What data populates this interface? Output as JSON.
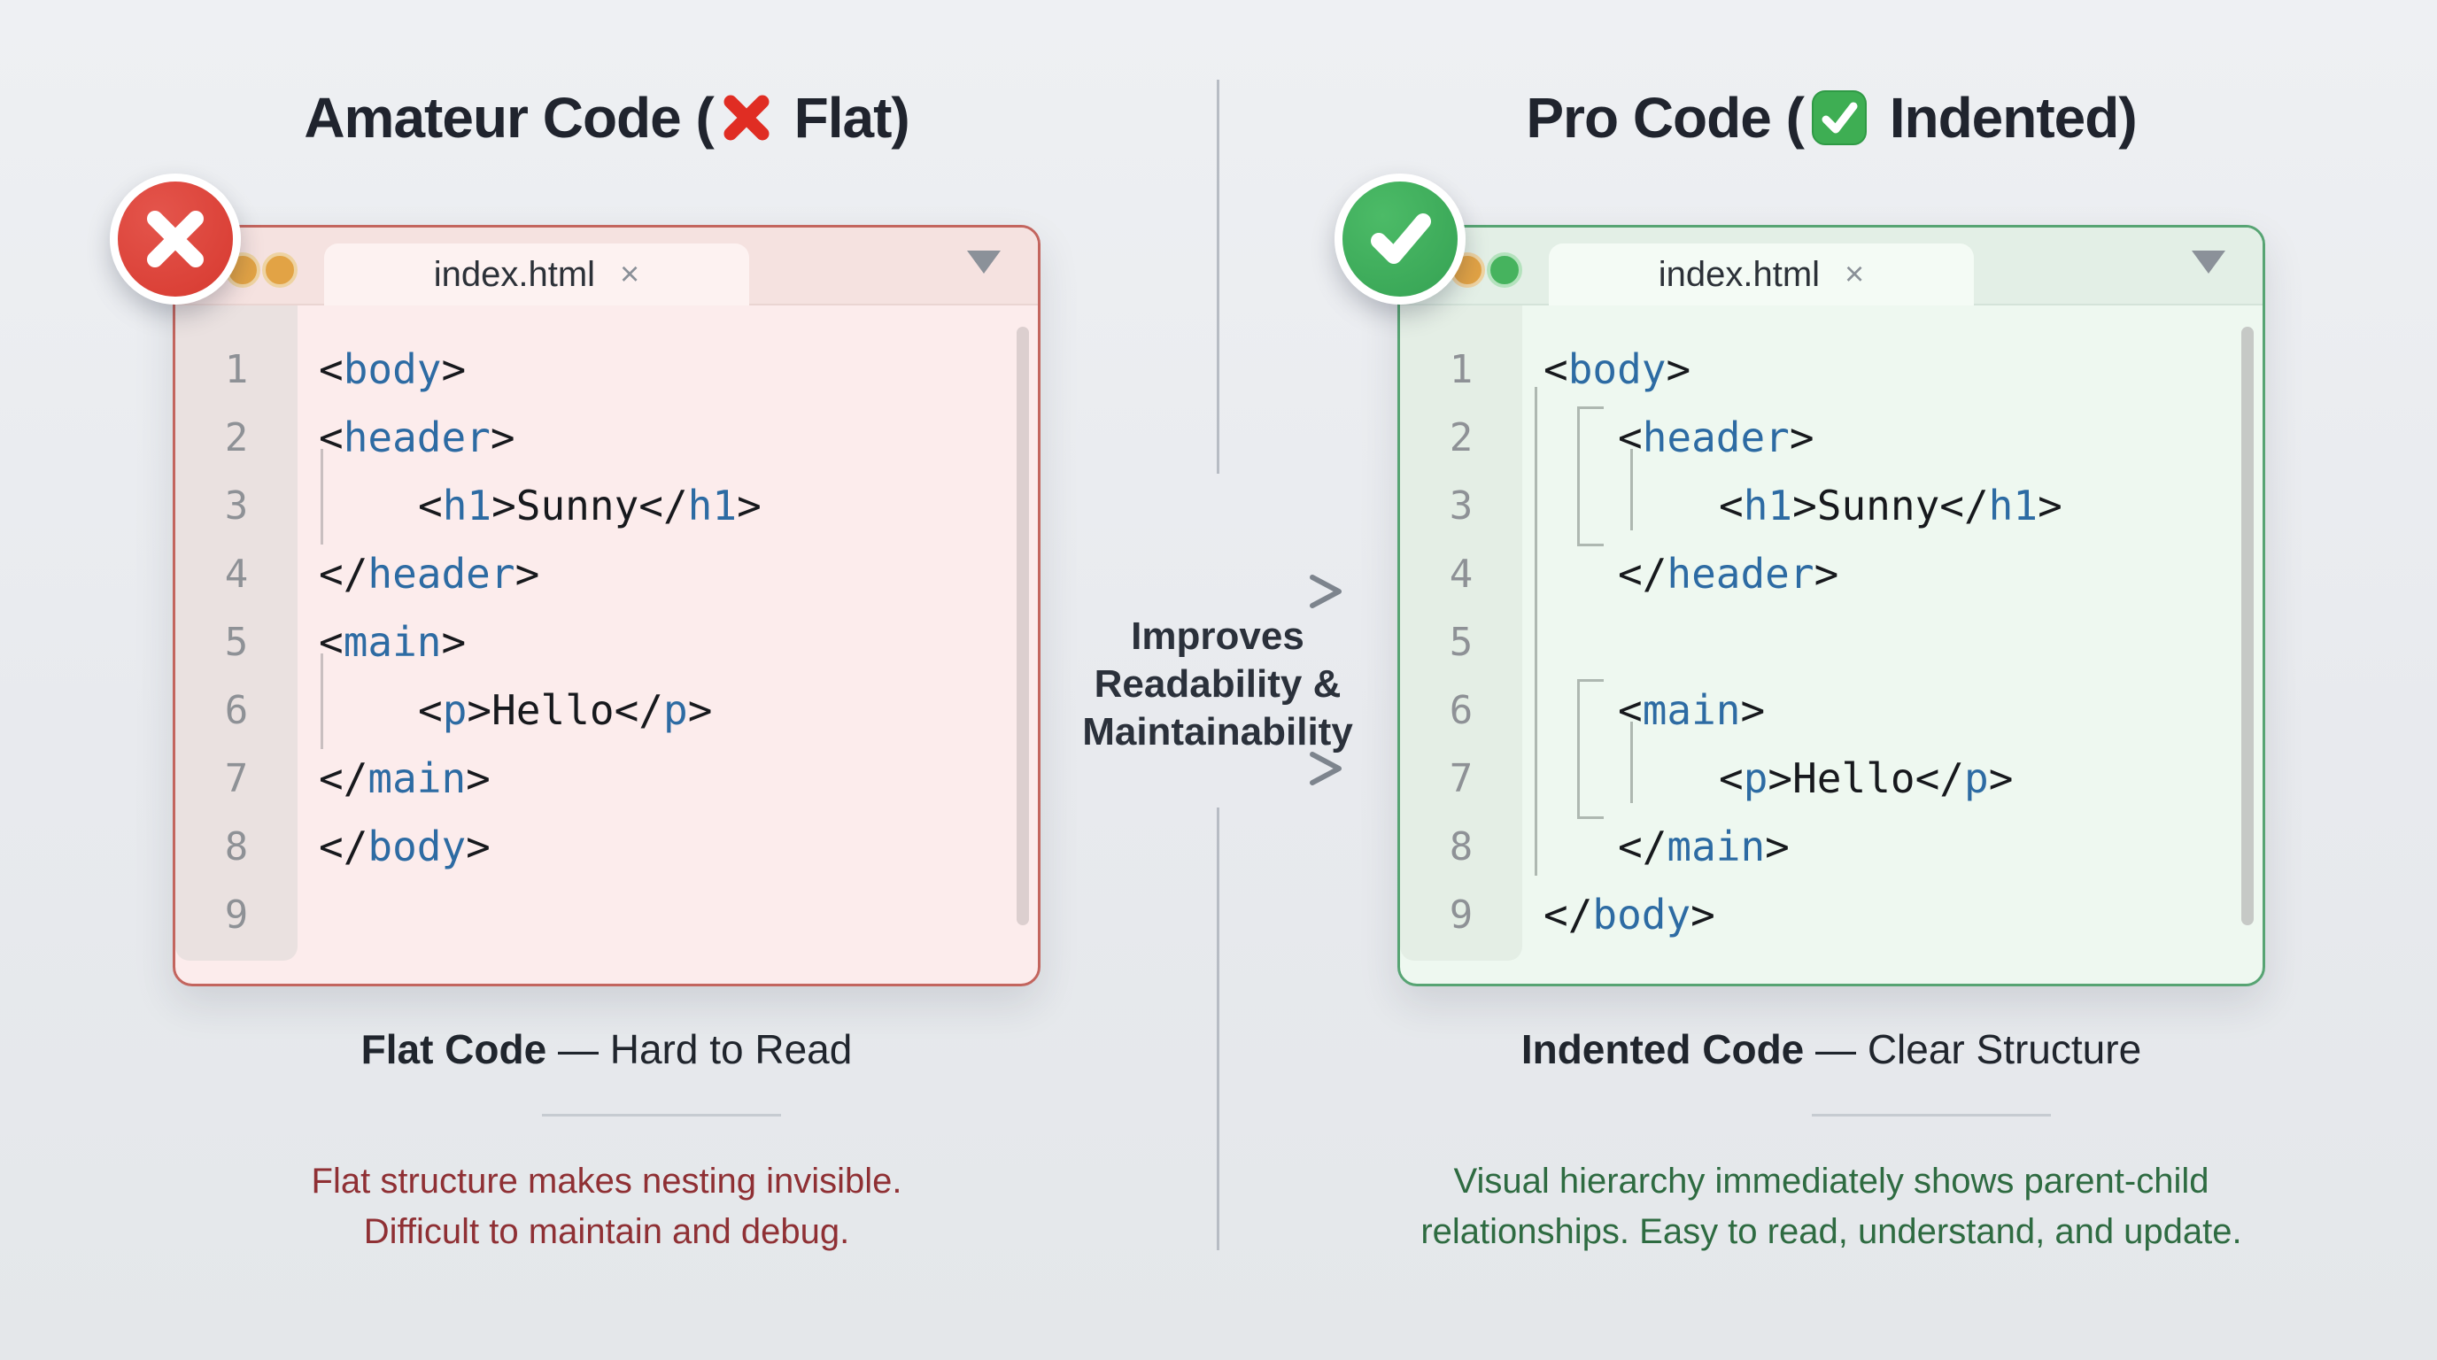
{
  "left": {
    "title_prefix": "Amateur Code (",
    "title_suffix": " Flat)",
    "window": {
      "tab": "index.html",
      "close": "×"
    },
    "lines": [
      {
        "n": "1",
        "tokens": [
          "<",
          "body",
          ">"
        ]
      },
      {
        "n": "2",
        "tokens": [
          "<",
          "header",
          ">"
        ]
      },
      {
        "n": "3",
        "tokens": [
          "<",
          "h1",
          ">",
          "Sunny",
          "</",
          "h1",
          ">"
        ]
      },
      {
        "n": "4",
        "tokens": [
          "</",
          "header",
          ">"
        ]
      },
      {
        "n": "5",
        "tokens": [
          "<",
          "main",
          ">"
        ]
      },
      {
        "n": "6",
        "tokens": [
          "<",
          "p",
          ">",
          "Hello",
          "</",
          "p",
          ">"
        ]
      },
      {
        "n": "7",
        "tokens": [
          "</",
          "main",
          ">"
        ]
      },
      {
        "n": "8",
        "tokens": [
          "</",
          "body",
          ">"
        ]
      },
      {
        "n": "9",
        "tokens": []
      }
    ],
    "caption_strong": "Flat Code",
    "caption_rest": " — Hard to Read",
    "desc_line1": "Flat structure makes nesting invisible.",
    "desc_line2": "Difficult to maintain and debug."
  },
  "right": {
    "title_prefix": "Pro Code (",
    "title_suffix": " Indented)",
    "window": {
      "tab": "index.html",
      "close": "×"
    },
    "lines": [
      {
        "n": "1",
        "tokens": [
          "<",
          "body",
          ">"
        ]
      },
      {
        "n": "2",
        "tokens": [
          "<",
          "header",
          ">"
        ]
      },
      {
        "n": "3",
        "tokens": [
          "<",
          "h1",
          ">",
          "Sunny",
          "</",
          "h1",
          ">"
        ]
      },
      {
        "n": "4",
        "tokens": [
          "</",
          "header",
          ">"
        ]
      },
      {
        "n": "5",
        "tokens": []
      },
      {
        "n": "6",
        "tokens": [
          "<",
          "main",
          ">"
        ]
      },
      {
        "n": "7",
        "tokens": [
          "<",
          "p",
          ">",
          "Hello",
          "</",
          "p",
          ">"
        ]
      },
      {
        "n": "8",
        "tokens": [
          "</",
          "main",
          ">"
        ]
      },
      {
        "n": "9",
        "tokens": [
          "</",
          "body",
          ">"
        ]
      }
    ],
    "caption_strong": "Indented Code",
    "caption_rest": " — Clear Structure",
    "desc_line1": "Visual hierarchy immediately shows parent-child",
    "desc_line2": "relationships. Easy to read, understand, and update."
  },
  "middle": {
    "line1": "Improves",
    "line2": "Readability &",
    "line3": "Maintainability"
  },
  "icons": {
    "title_left": "cross-mark",
    "title_right": "check-mark",
    "badge_left": "cross-mark-circle",
    "badge_right": "check-mark-circle",
    "tab_dropdown": "chevron-down-triangle"
  },
  "colors": {
    "flat_accent": "#c3655e",
    "indented_accent": "#57a473",
    "badge_red": "#d7392f",
    "badge_green": "#35a253",
    "tag_blue": "#2d6ba3",
    "desc_red": "#8f3034",
    "desc_green": "#2e6b41"
  }
}
